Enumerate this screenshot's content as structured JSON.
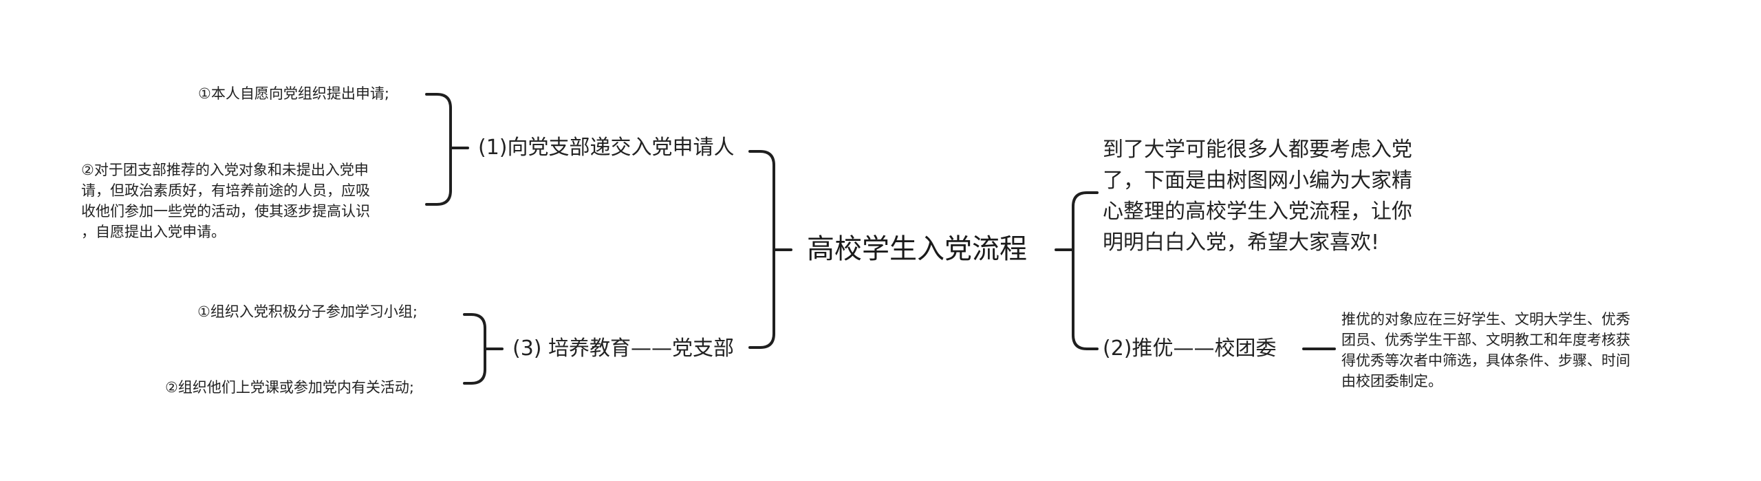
{
  "root": {
    "label": "高校学生入党流程"
  },
  "left": [
    {
      "label": "(1)向党支部递交入党申请人",
      "children": [
        {
          "label": "①本人自愿向党组织提出申请;"
        },
        {
          "lines": [
            "②对于团支部推荐的入党对象和未提出入党申",
            "请，但政治素质好，有培养前途的人员，应吸",
            "收他们参加一些党的活动，使其逐步提高认识",
            "，自愿提出入党申请。"
          ]
        }
      ]
    },
    {
      "label": "(3) 培养教育——党支部",
      "children": [
        {
          "label": "①组织入党积极分子参加学习小组;"
        },
        {
          "label": "②组织他们上党课或参加党内有关活动;"
        }
      ]
    }
  ],
  "right": [
    {
      "lines": [
        "到了大学可能很多人都要考虑入党",
        "了，下面是由树图网小编为大家精",
        "心整理的高校学生入党流程，让你",
        "明明白白入党，希望大家喜欢!"
      ]
    },
    {
      "label": "(2)推优——校团委",
      "child": {
        "lines": [
          "推优的对象应在三好学生、文明大学生、优秀",
          "团员、优秀学生干部、文明教工和年度考核获",
          "得优秀等次者中筛选，具体条件、步骤、时间",
          "由校团委制定。"
        ]
      }
    }
  ],
  "colors": {
    "line": "#1f1f1f",
    "text": "#222222"
  }
}
